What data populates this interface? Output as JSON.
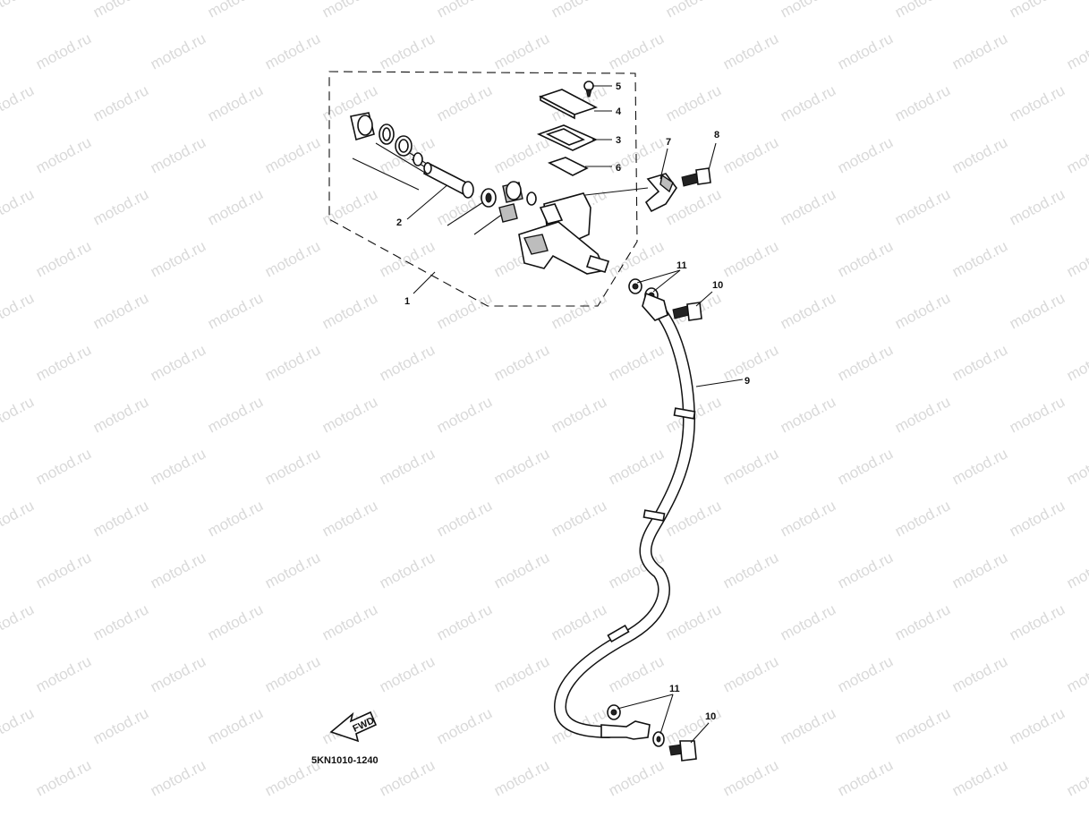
{
  "diagram": {
    "code": "5KN1010-1240",
    "fwd_label": "FWD",
    "watermark": "motod.ru",
    "callouts": {
      "c1": "1",
      "c2": "2",
      "c3": "3",
      "c4": "4",
      "c5": "5",
      "c6": "6",
      "c7": "7",
      "c8": "8",
      "c9": "9",
      "c10a": "10",
      "c10b": "10",
      "c11a": "11",
      "c11b": "11"
    }
  }
}
